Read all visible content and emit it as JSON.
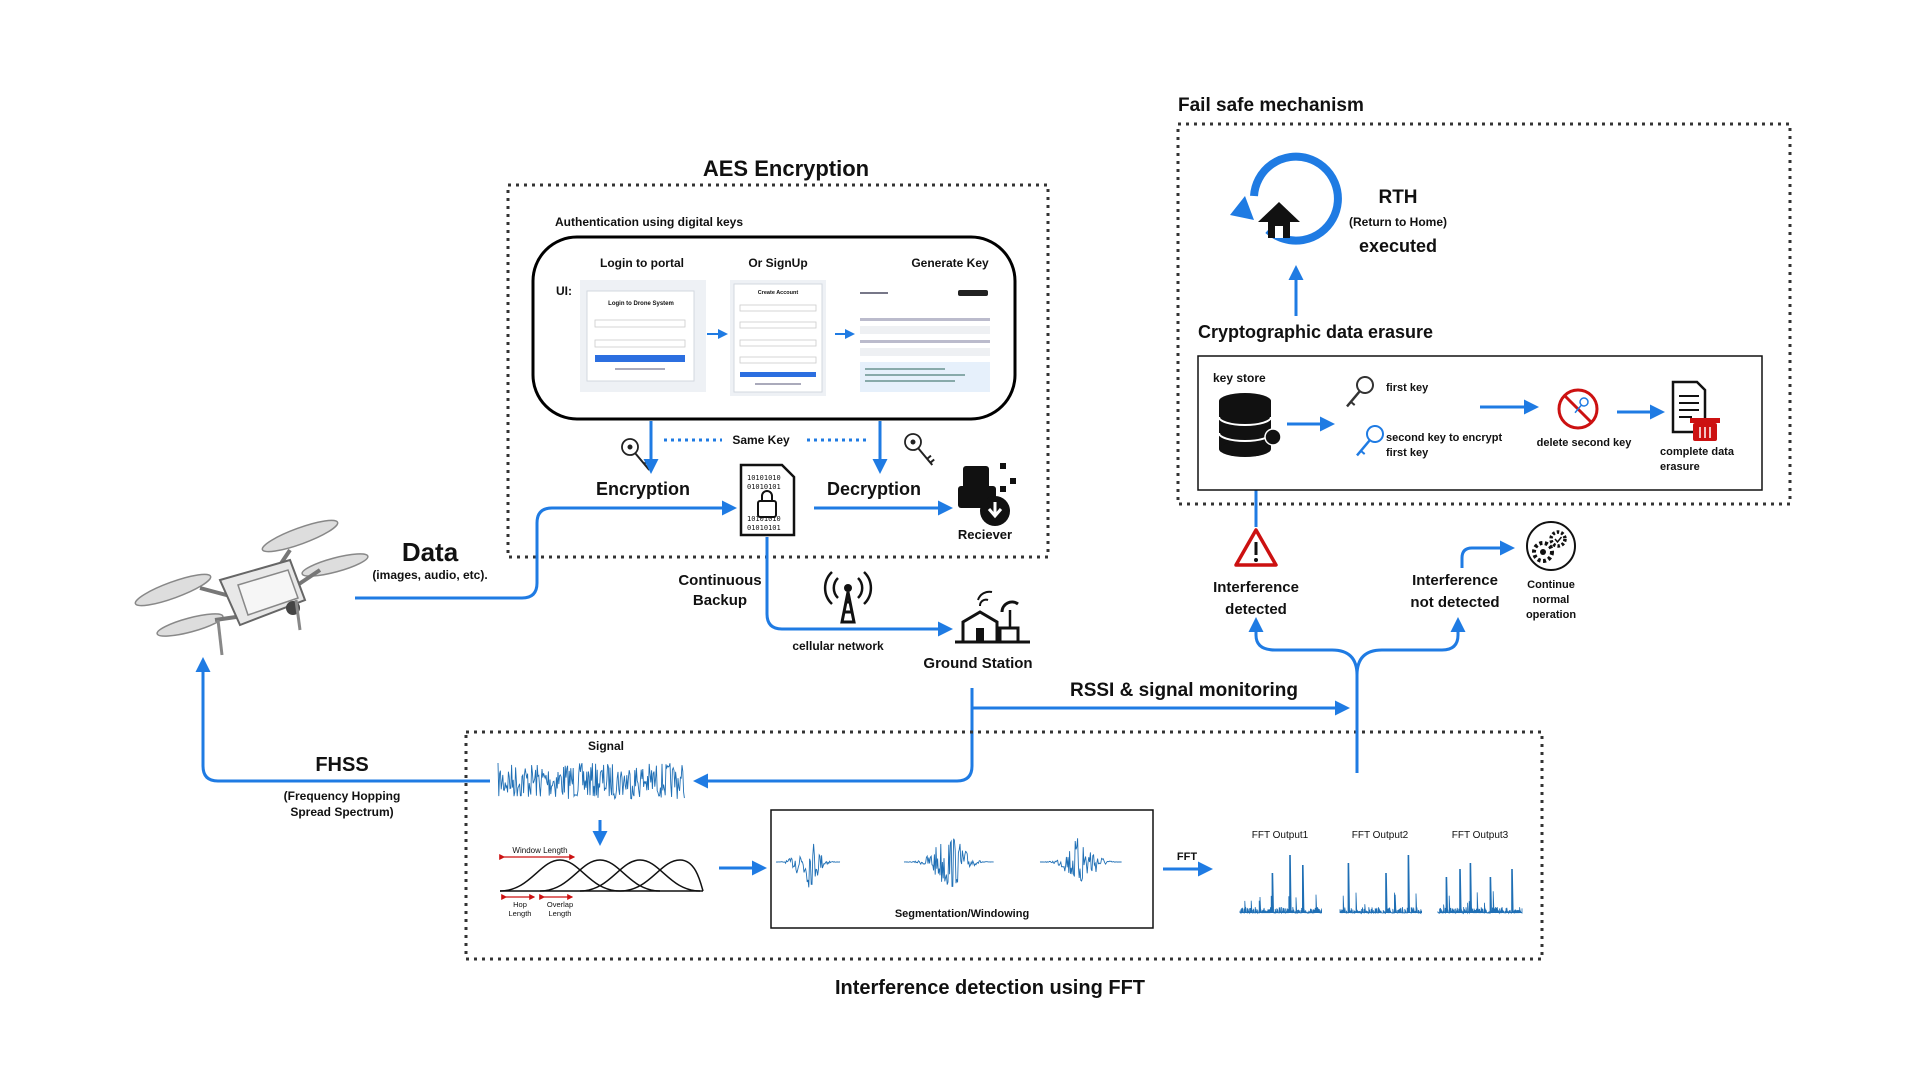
{
  "colors": {
    "flow": "#1f7be3",
    "signal": "#1f6fb5",
    "dotted": "#333333",
    "text": "#111111"
  },
  "aes": {
    "title": "AES Encryption",
    "auth_title": "Authentication using digital keys",
    "ui_label": "UI:",
    "col_login": "Login to portal",
    "col_signup": "Or SignUp",
    "col_generate": "Generate Key",
    "login_card_title": "Login to Drone System",
    "signup_card_title": "Create Account",
    "same_key": "Same Key",
    "encryption": "Encryption",
    "decryption": "Decryption",
    "receiver": "Reciever"
  },
  "data_source": {
    "title": "Data",
    "subtitle": "(images, audio, etc)."
  },
  "backup": {
    "line1": "Continuous",
    "line2": "Backup",
    "cellular": "cellular network",
    "ground": "Ground Station"
  },
  "rssi": "RSSI & signal monitoring",
  "failsafe": {
    "title": "Fail safe mechanism",
    "rth": "RTH",
    "rth_sub": "(Return to Home)",
    "executed": "executed",
    "erasure_title": "Cryptographic data erasure",
    "key_store": "key store",
    "first_key": "first key",
    "second_key_l1": "second key to encrypt",
    "second_key_l2": "first key",
    "delete_second": "delete second key",
    "complete_l1": "complete data",
    "complete_l2": "erasure"
  },
  "interference": {
    "detected_l1": "Interference",
    "detected_l2": "detected",
    "not_detected_l1": "Interference",
    "not_detected_l2": "not detected",
    "continue_l1": "Continue",
    "continue_l2": "normal",
    "continue_l3": "operation"
  },
  "fft_box": {
    "signal": "Signal",
    "window_length": "Window Length",
    "hop_l1": "Hop",
    "hop_l2": "Length",
    "overlap_l1": "Overlap",
    "overlap_l2": "Length",
    "segmentation": "Segmentation/Windowing",
    "fft": "FFT",
    "out1": "FFT Output1",
    "out2": "FFT Output2",
    "out3": "FFT Output3",
    "title": "Interference detection using FFT"
  },
  "fhss": {
    "title": "FHSS",
    "sub_l1": "(Frequency Hopping",
    "sub_l2": "Spread Spectrum)"
  }
}
